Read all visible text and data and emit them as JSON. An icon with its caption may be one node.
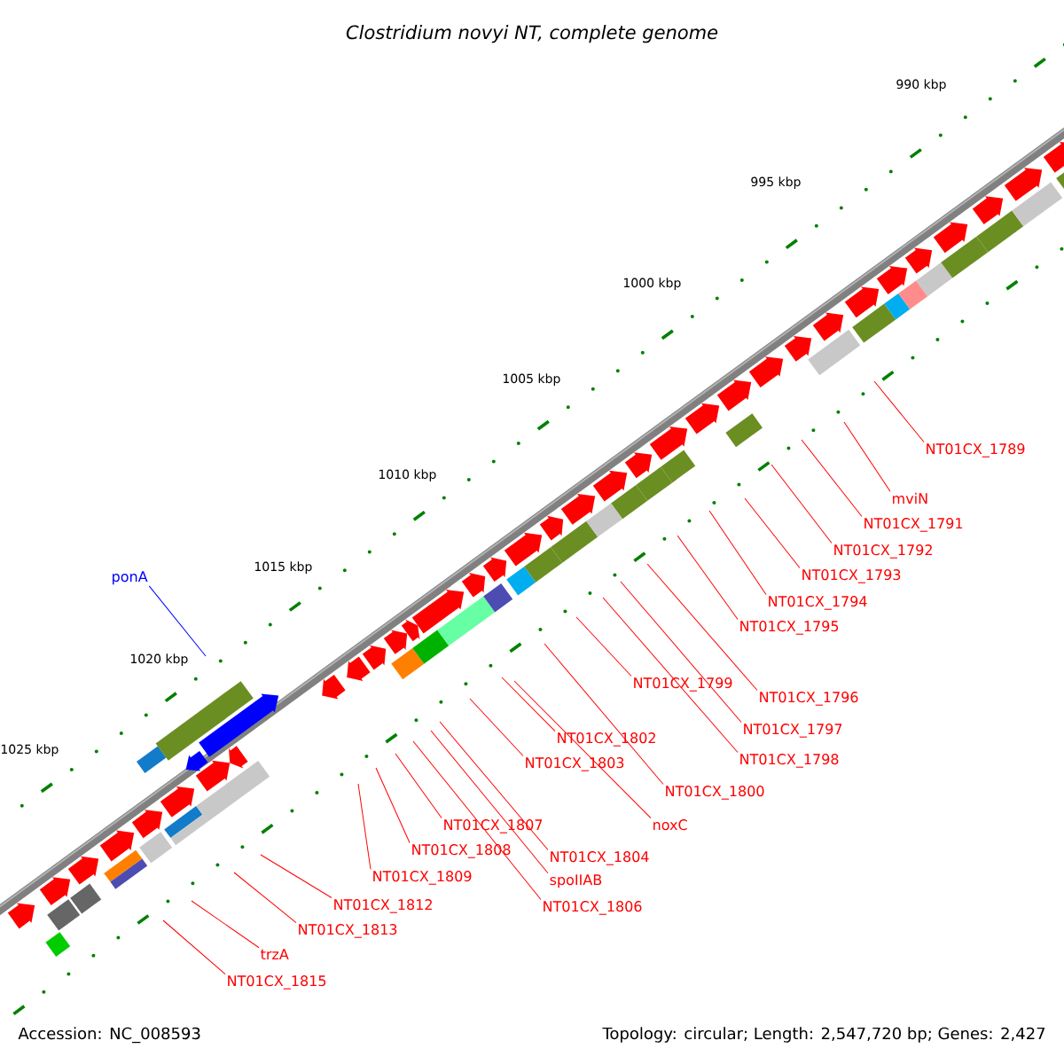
{
  "diagram": {
    "title": "Clostridium novyi NT, complete genome",
    "nodes": [
      {
        "text": [
          "NT01CX_1789"
        ]
      },
      {
        "text": [
          "mviN"
        ]
      },
      {
        "text": [
          "NT01CX_1791"
        ]
      },
      {
        "text": [
          "NT01CX_1792"
        ]
      },
      {
        "text": [
          "NT01CX_1793"
        ]
      },
      {
        "text": [
          "ponA"
        ]
      },
      {
        "text": [
          "NT01CX_1794"
        ]
      },
      {
        "text": [
          "NT01CX_1795"
        ]
      },
      {
        "text": [
          "NT01CX_1799"
        ]
      },
      {
        "text": [
          "NT01CX_1796"
        ]
      },
      {
        "text": [
          "NT01CX_1797"
        ]
      },
      {
        "text": [
          "NT01CX_1802"
        ]
      },
      {
        "text": [
          "NT01CX_1798"
        ]
      },
      {
        "text": [
          "NT01CX_1803"
        ]
      },
      {
        "text": [
          "NT01CX_1800"
        ]
      },
      {
        "text": [
          "noxC"
        ]
      },
      {
        "text": [
          "NT01CX_1807"
        ]
      },
      {
        "text": [
          "NT01CX_1808"
        ]
      },
      {
        "text": [
          "NT01CX_1804"
        ]
      },
      {
        "text": [
          "NT01CX_1809"
        ]
      },
      {
        "text": [
          "spoIIAB"
        ]
      },
      {
        "text": [
          "NT01CX_1812"
        ]
      },
      {
        "text": [
          "NT01CX_1806"
        ]
      },
      {
        "text": [
          "NT01CX_1813"
        ]
      },
      {
        "text": [
          "trzA"
        ]
      },
      {
        "text": [
          "NT01CX_1815"
        ]
      }
    ],
    "edges": [
      {
        "from": 0,
        "to": null,
        "arrow": "none"
      },
      {
        "from": 1,
        "to": null,
        "arrow": "none"
      },
      {
        "from": 2,
        "to": null,
        "arrow": "none"
      },
      {
        "from": 3,
        "to": null,
        "arrow": "none"
      },
      {
        "from": 4,
        "to": null,
        "arrow": "none"
      },
      {
        "from": 5,
        "to": null,
        "arrow": "none",
        "color": "#0000ff"
      },
      {
        "from": 6,
        "to": null,
        "arrow": "none"
      },
      {
        "from": 7,
        "to": null,
        "arrow": "none"
      },
      {
        "from": 8,
        "to": null,
        "arrow": "none"
      },
      {
        "from": 9,
        "to": null,
        "arrow": "none"
      },
      {
        "from": 10,
        "to": null,
        "arrow": "none"
      },
      {
        "from": 11,
        "to": null,
        "arrow": "none"
      },
      {
        "from": 12,
        "to": null,
        "arrow": "none"
      },
      {
        "from": 13,
        "to": null,
        "arrow": "none"
      },
      {
        "from": 14,
        "to": null,
        "arrow": "none"
      },
      {
        "from": 15,
        "to": null,
        "arrow": "none"
      },
      {
        "from": 16,
        "to": null,
        "arrow": "none"
      },
      {
        "from": 17,
        "to": null,
        "arrow": "none"
      },
      {
        "from": 18,
        "to": null,
        "arrow": "none"
      },
      {
        "from": 19,
        "to": null,
        "arrow": "none"
      },
      {
        "from": 20,
        "to": null,
        "arrow": "none"
      },
      {
        "from": 21,
        "to": null,
        "arrow": "none"
      },
      {
        "from": 22,
        "to": null,
        "arrow": "none"
      },
      {
        "from": 23,
        "to": null,
        "arrow": "none"
      },
      {
        "from": 24,
        "to": null,
        "arrow": "none"
      },
      {
        "from": 25,
        "to": null,
        "arrow": "none"
      }
    ],
    "labels": [
      "990 kbp",
      "995 kbp",
      "1000 kbp",
      "1005 kbp",
      "1010 kbp",
      "1015 kbp",
      "1020 kbp",
      "1025 kbp",
      "Accession: NC_008593",
      "Topology: circular; Length: 2,547,720 bp; Genes: 2,427"
    ]
  }
}
